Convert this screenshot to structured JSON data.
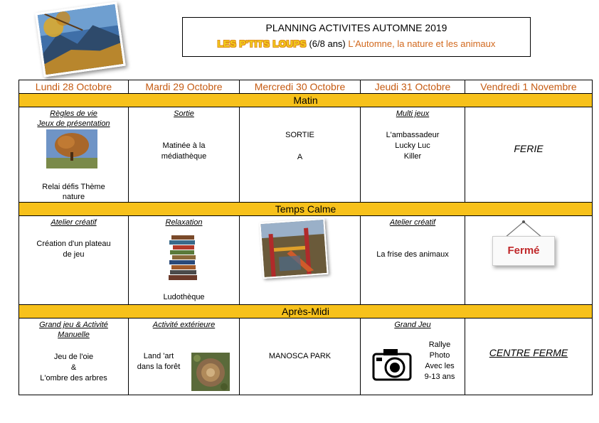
{
  "header": {
    "title": "PLANNING ACTIVITES AUTOMNE 2019",
    "logo_text": "LES P'TITS LOUPS",
    "age_range": "(6/8 ans)",
    "theme": "L'Automne, la nature et les animaux"
  },
  "days": [
    "Lundi 28 Octobre",
    "Mardi 29 Octobre",
    "Mercredi 30 Octobre",
    "Jeudi 31 Octobre",
    "Vendredi 1 Novembre"
  ],
  "sections": {
    "morning": {
      "label": "Matin",
      "monday": {
        "title_1": "Règles de vie",
        "title_2": "Jeux de présentation",
        "text_1": "Relai défis Thème",
        "text_2": "nature"
      },
      "tuesday": {
        "title": "Sortie",
        "text_1": "Matinée à la",
        "text_2": "médiathèque"
      },
      "wednesday": {
        "text_1": "SORTIE",
        "text_2": "A"
      },
      "thursday": {
        "title": "Multi jeux",
        "text_1": "L'ambassadeur",
        "text_2": "Lucky Luc",
        "text_3": "Killer"
      },
      "friday": {
        "text": "FERIE"
      }
    },
    "calm": {
      "label": "Temps Calme",
      "monday": {
        "title": "Atelier créatif",
        "text_1": "Création d'un plateau",
        "text_2": "de jeu"
      },
      "tuesday": {
        "title": "Relaxation",
        "text": "Ludothèque"
      },
      "thursday": {
        "title": "Atelier créatif",
        "text": "La frise des animaux"
      },
      "friday": {
        "sign_text": "Fermé"
      }
    },
    "afternoon": {
      "label": "Après-Midi",
      "monday": {
        "title_1": "Grand jeu & Activité",
        "title_2": "Manuelle",
        "text_1": "Jeu de l'oie",
        "text_2": "&",
        "text_3": "L'ombre des arbres"
      },
      "tuesday": {
        "title": "Activité extérieure",
        "text_1": "Land 'art",
        "text_2": "dans la forêt"
      },
      "wednesday": {
        "text": "MANOSCA PARK"
      },
      "thursday": {
        "title": "Grand Jeu",
        "text_1": "Rallye",
        "text_2": "Photo",
        "text_3": "Avec les",
        "text_4": "9-13 ans"
      },
      "friday": {
        "text": "CENTRE FERME"
      }
    }
  }
}
